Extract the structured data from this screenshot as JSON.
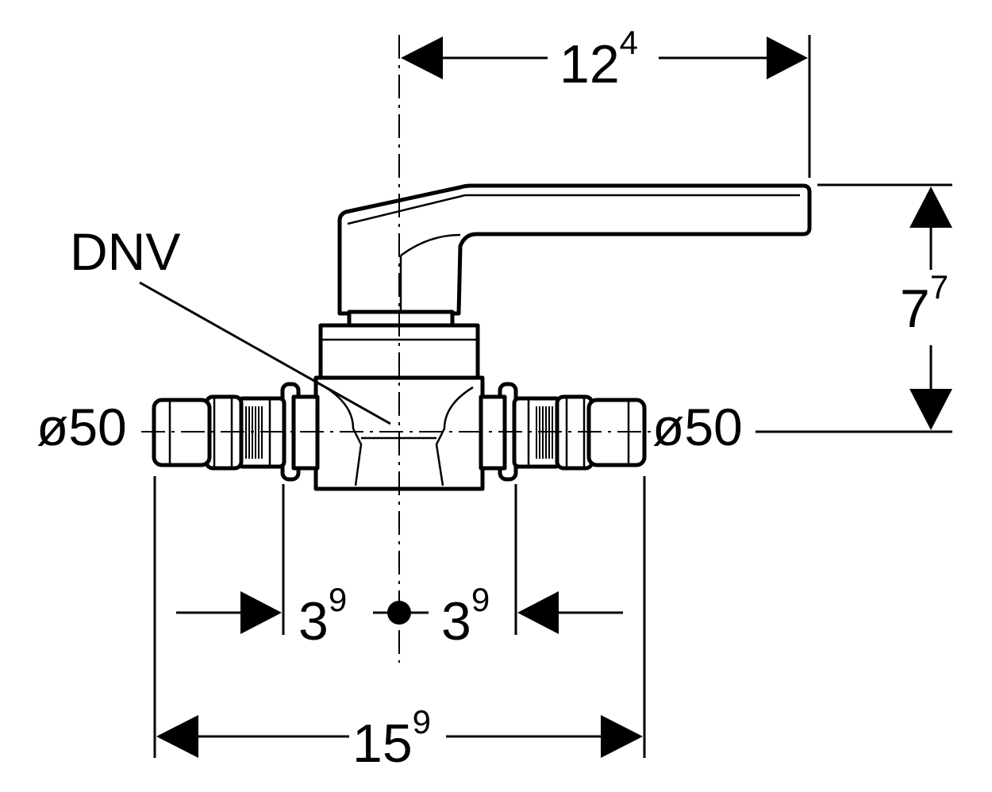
{
  "labels": {
    "part_name": "DNV",
    "left_diameter": "ø50",
    "right_diameter": "ø50"
  },
  "dimensions": {
    "handle_length": {
      "base": "12",
      "sup": "4"
    },
    "height": {
      "base": "7",
      "sup": "7"
    },
    "left_offset": {
      "base": "3",
      "sup": "9"
    },
    "right_offset": {
      "base": "3",
      "sup": "9"
    },
    "total_length": {
      "base": "15",
      "sup": "9"
    }
  }
}
